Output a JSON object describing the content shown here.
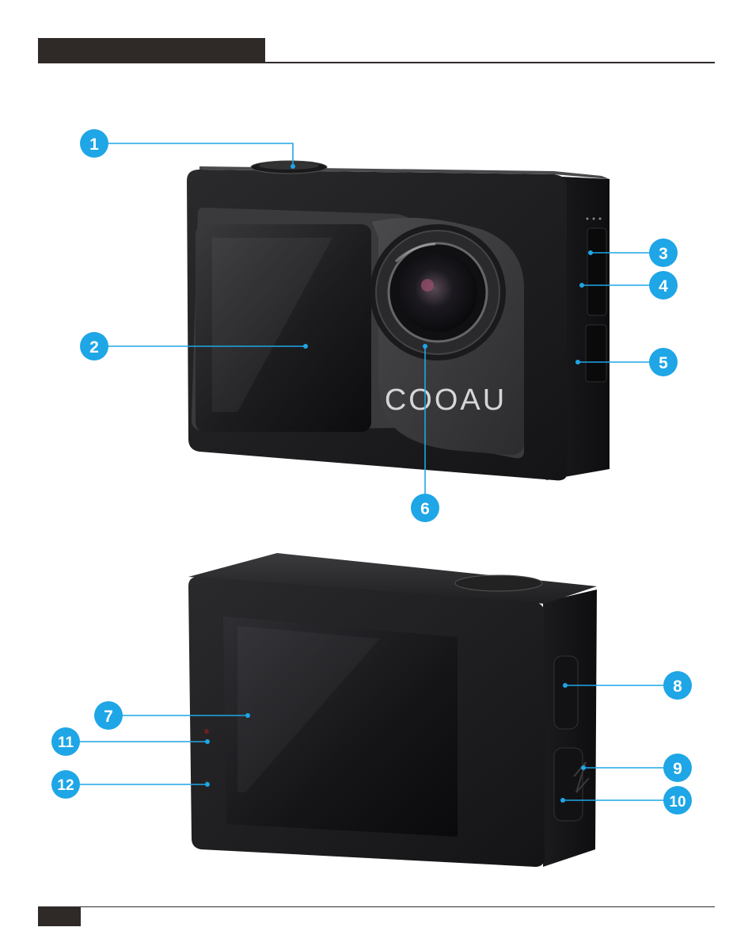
{
  "colors": {
    "callout": "#1ea6e6",
    "dark": "#2f2a28"
  },
  "front_view": {
    "brand_logo": "COOAU"
  },
  "callouts": [
    {
      "label": "1"
    },
    {
      "label": "2"
    },
    {
      "label": "3"
    },
    {
      "label": "4"
    },
    {
      "label": "5"
    },
    {
      "label": "6"
    },
    {
      "label": "7"
    },
    {
      "label": "8"
    },
    {
      "label": "9"
    },
    {
      "label": "10"
    },
    {
      "label": "11"
    },
    {
      "label": "12"
    }
  ]
}
